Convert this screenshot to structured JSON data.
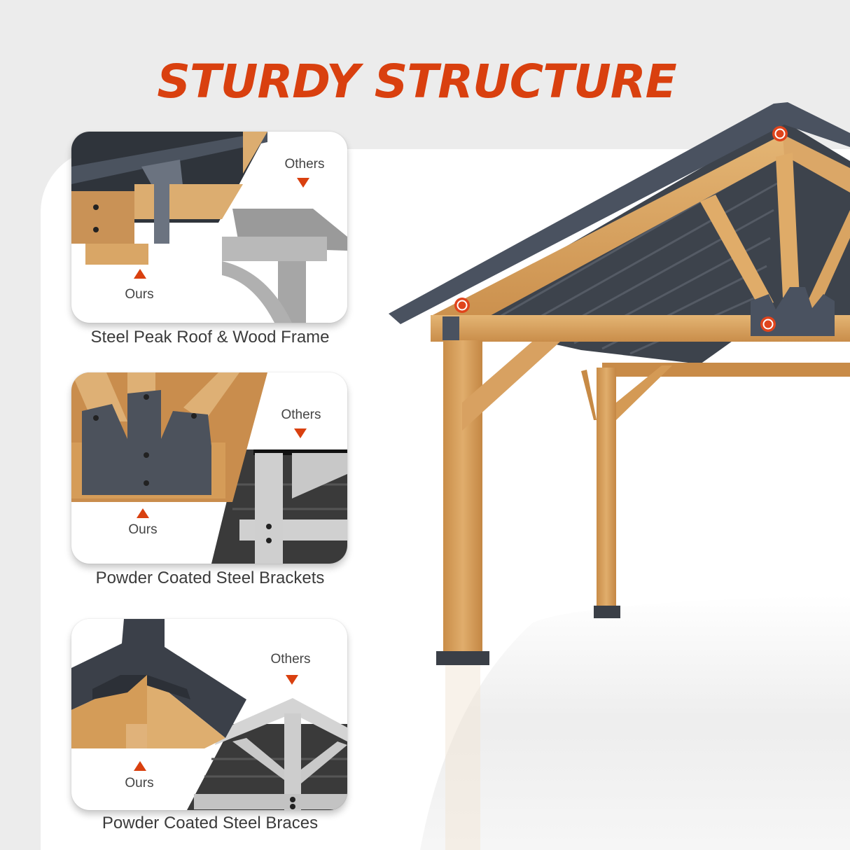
{
  "header": {
    "title": "STURDY STRUCTURE",
    "title_color": "#d9400f"
  },
  "colors": {
    "accent": "#d9400f",
    "background_gray": "#ececec",
    "panel_white": "#ffffff",
    "wood": "#d9a25c",
    "steel": "#4a5260",
    "caption_text": "#3b3b3b"
  },
  "features": [
    {
      "ours_label": "Ours",
      "others_label": "Others",
      "caption": "Steel Peak Roof & Wood Frame"
    },
    {
      "ours_label": "Ours",
      "others_label": "Others",
      "caption": "Powder Coated Steel Brackets"
    },
    {
      "ours_label": "Ours",
      "others_label": "Others",
      "caption": "Powder Coated Steel Braces"
    }
  ],
  "hero": {
    "subject": "wood gazebo with steel peak roof",
    "markers": [
      {
        "name": "roof-peak-marker"
      },
      {
        "name": "eave-corner-marker"
      },
      {
        "name": "truss-bracket-marker"
      }
    ]
  }
}
